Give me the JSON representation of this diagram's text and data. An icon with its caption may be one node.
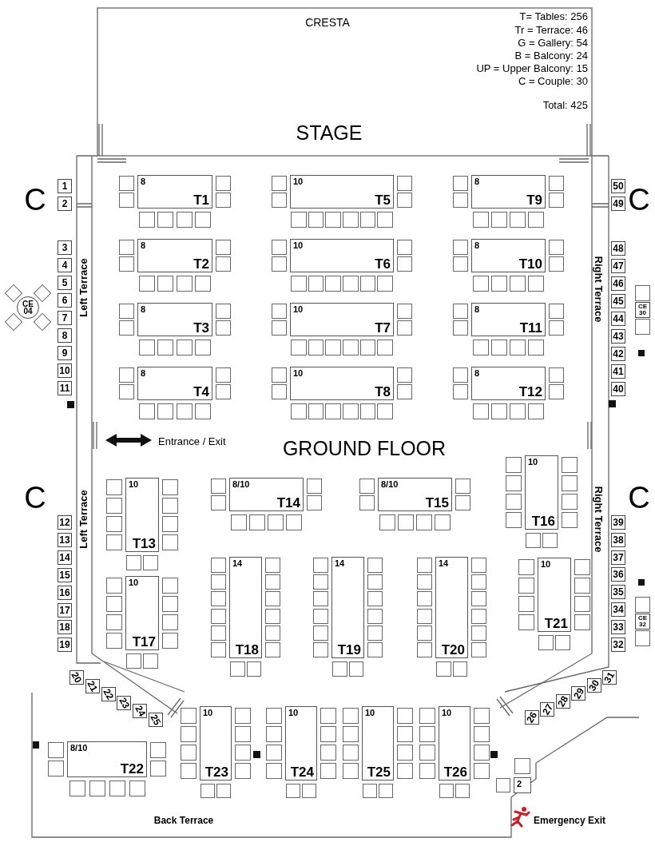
{
  "diagram": {
    "nodes": [
      {
        "text": [
          "8",
          "T1"
        ]
      },
      {
        "text": [
          "8",
          "T2"
        ]
      },
      {
        "text": [
          "8",
          "T3"
        ]
      },
      {
        "text": [
          "8",
          "T4"
        ]
      },
      {
        "text": [
          "10",
          "T5"
        ]
      },
      {
        "text": [
          "10",
          "T6"
        ]
      },
      {
        "text": [
          "10",
          "T7"
        ]
      },
      {
        "text": [
          "10",
          "T8"
        ]
      },
      {
        "text": [
          "8",
          "T9"
        ]
      },
      {
        "text": [
          "8",
          "T10"
        ]
      },
      {
        "text": [
          "8",
          "T11"
        ]
      },
      {
        "text": [
          "8",
          "T12"
        ]
      },
      {
        "text": [
          "10",
          "T13"
        ]
      },
      {
        "text": [
          "8/10",
          "T14"
        ]
      },
      {
        "text": [
          "8/10",
          "T15"
        ]
      },
      {
        "text": [
          "10",
          "T16"
        ]
      },
      {
        "text": [
          "10",
          "T17"
        ]
      },
      {
        "text": [
          "14",
          "T18"
        ]
      },
      {
        "text": [
          "14",
          "T19"
        ]
      },
      {
        "text": [
          "14",
          "T20"
        ]
      },
      {
        "text": [
          "10",
          "T21"
        ]
      },
      {
        "text": [
          "8/10",
          "T22"
        ]
      },
      {
        "text": [
          "10",
          "T23"
        ]
      },
      {
        "text": [
          "10",
          "T24"
        ]
      },
      {
        "text": [
          "10",
          "T25"
        ]
      },
      {
        "text": [
          "10",
          "T26"
        ]
      },
      {
        "text": [
          "2"
        ]
      },
      {
        "text": [
          "1"
        ]
      },
      {
        "text": [
          "2"
        ]
      },
      {
        "text": [
          "3"
        ]
      },
      {
        "text": [
          "4"
        ]
      },
      {
        "text": [
          "5"
        ]
      },
      {
        "text": [
          "6"
        ]
      },
      {
        "text": [
          "7"
        ]
      },
      {
        "text": [
          "8"
        ]
      },
      {
        "text": [
          "9"
        ]
      },
      {
        "text": [
          "10"
        ]
      },
      {
        "text": [
          "11"
        ]
      },
      {
        "text": [
          "12"
        ]
      },
      {
        "text": [
          "13"
        ]
      },
      {
        "text": [
          "14"
        ]
      },
      {
        "text": [
          "15"
        ]
      },
      {
        "text": [
          "16"
        ]
      },
      {
        "text": [
          "17"
        ]
      },
      {
        "text": [
          "18"
        ]
      },
      {
        "text": [
          "19"
        ]
      },
      {
        "text": [
          "20"
        ]
      },
      {
        "text": [
          "21"
        ]
      },
      {
        "text": [
          "22"
        ]
      },
      {
        "text": [
          "23"
        ]
      },
      {
        "text": [
          "24"
        ]
      },
      {
        "text": [
          "25"
        ]
      },
      {
        "text": [
          "26"
        ]
      },
      {
        "text": [
          "27"
        ]
      },
      {
        "text": [
          "28"
        ]
      },
      {
        "text": [
          "29"
        ]
      },
      {
        "text": [
          "30"
        ]
      },
      {
        "text": [
          "31"
        ]
      },
      {
        "text": [
          "32"
        ]
      },
      {
        "text": [
          "33"
        ]
      },
      {
        "text": [
          "34"
        ]
      },
      {
        "text": [
          "35"
        ]
      },
      {
        "text": [
          "36"
        ]
      },
      {
        "text": [
          "37"
        ]
      },
      {
        "text": [
          "38"
        ]
      },
      {
        "text": [
          "39"
        ]
      },
      {
        "text": [
          "40"
        ]
      },
      {
        "text": [
          "41"
        ]
      },
      {
        "text": [
          "42"
        ]
      },
      {
        "text": [
          "43"
        ]
      },
      {
        "text": [
          "44"
        ]
      },
      {
        "text": [
          "45"
        ]
      },
      {
        "text": [
          "46"
        ]
      },
      {
        "text": [
          "47"
        ]
      },
      {
        "text": [
          "48"
        ]
      },
      {
        "text": [
          "49"
        ]
      },
      {
        "text": [
          "50"
        ]
      },
      {
        "text": [
          "CE 04"
        ]
      },
      {
        "text": [
          "CE 30"
        ]
      },
      {
        "text": [
          "CE 32"
        ]
      }
    ],
    "labels": [
      "CRESTA",
      "T= Tables: 256",
      "Tr = Terrace: 46",
      "G = Gallery: 54",
      "B = Balcony: 24",
      "UP = Upper Balcony: 15",
      "C = Couple: 30",
      "Total: 425",
      "STAGE",
      "C",
      "C",
      "Left Terrace",
      "Right Terrace",
      "Entrance / Exit",
      "GROUND FLOOR",
      "C",
      "C",
      "Left Terrace",
      "Right Terrace",
      "Back Terrace",
      "Emergency Exit"
    ]
  }
}
